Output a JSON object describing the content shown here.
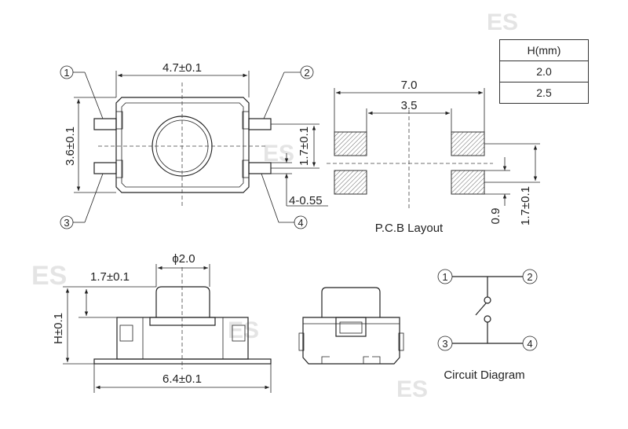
{
  "watermark": "ES",
  "top_view": {
    "width_dim": "4.7±0.1",
    "height_dim": "3.6±0.1",
    "pin_pitch_dim": "1.7±0.1",
    "pad_dim": "4-0.55",
    "pins": [
      "1",
      "2",
      "3",
      "4"
    ]
  },
  "pcb": {
    "outer_dim": "7.0",
    "inner_dim": "3.5",
    "pad_h_dim": "0.9",
    "pitch_dim": "1.7±0.1",
    "label": "P.C.B Layout"
  },
  "side_view": {
    "phi_dim": "ϕ2.0",
    "offset_dim": "1.7±0.1",
    "height_dim": "H±0.1",
    "width_dim": "6.4±0.1"
  },
  "height_table": {
    "header": "H(mm)",
    "rows": [
      "2.0",
      "2.5"
    ]
  },
  "circuit": {
    "label": "Circuit Diagram",
    "pins": [
      "1",
      "2",
      "3",
      "4"
    ]
  }
}
